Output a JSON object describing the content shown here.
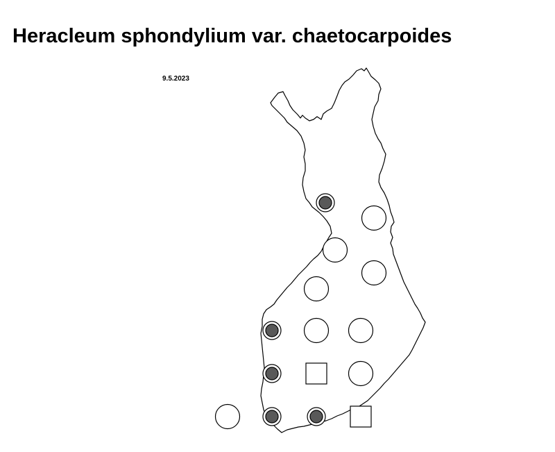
{
  "title": "Heracleum sphondylium var. chaetocarpoides",
  "date": "9.5.2023",
  "colors": {
    "outline": "#000000",
    "dot": "#595959",
    "background": "#ffffff"
  },
  "markers": [
    {
      "symbol": "ring-dot",
      "region": "north-west Lapland"
    },
    {
      "symbol": "open-circle",
      "region": "north-east Lapland"
    },
    {
      "symbol": "open-circle",
      "region": "Oulu"
    },
    {
      "symbol": "open-circle",
      "region": "Kainuu"
    },
    {
      "symbol": "open-circle",
      "region": "central Ostrobothnia"
    },
    {
      "symbol": "ring-dot",
      "region": "Ostrobothnia coast"
    },
    {
      "symbol": "open-circle",
      "region": "central Finland"
    },
    {
      "symbol": "open-circle",
      "region": "North Karelia"
    },
    {
      "symbol": "ring-dot",
      "region": "Satakunta"
    },
    {
      "symbol": "open-square",
      "region": "Häme"
    },
    {
      "symbol": "open-circle",
      "region": "South Savo"
    },
    {
      "symbol": "open-circle",
      "region": "Åland"
    },
    {
      "symbol": "ring-dot",
      "region": "Southwest Finland"
    },
    {
      "symbol": "ring-dot",
      "region": "Uusimaa"
    },
    {
      "symbol": "open-square",
      "region": "Kymenlaakso"
    }
  ]
}
